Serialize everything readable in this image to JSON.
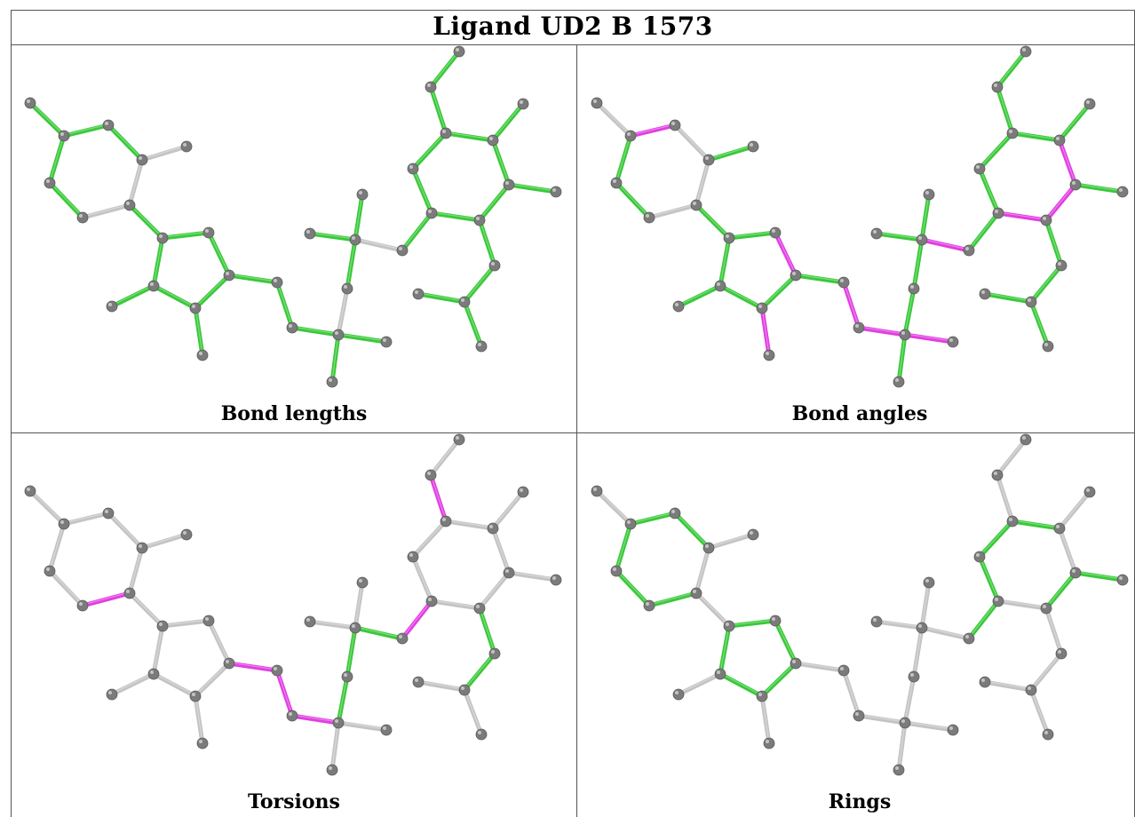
{
  "title": "Ligand UD2 B 1573",
  "panels": [
    {
      "caption": "Bond lengths"
    },
    {
      "caption": "Bond angles"
    },
    {
      "caption": "Torsions"
    },
    {
      "caption": "Rings"
    }
  ],
  "colors": {
    "green": "#3ac93a",
    "magenta": "#e23ee2",
    "grey": "#c4c4c4",
    "atom": "#7b7b7b"
  }
}
